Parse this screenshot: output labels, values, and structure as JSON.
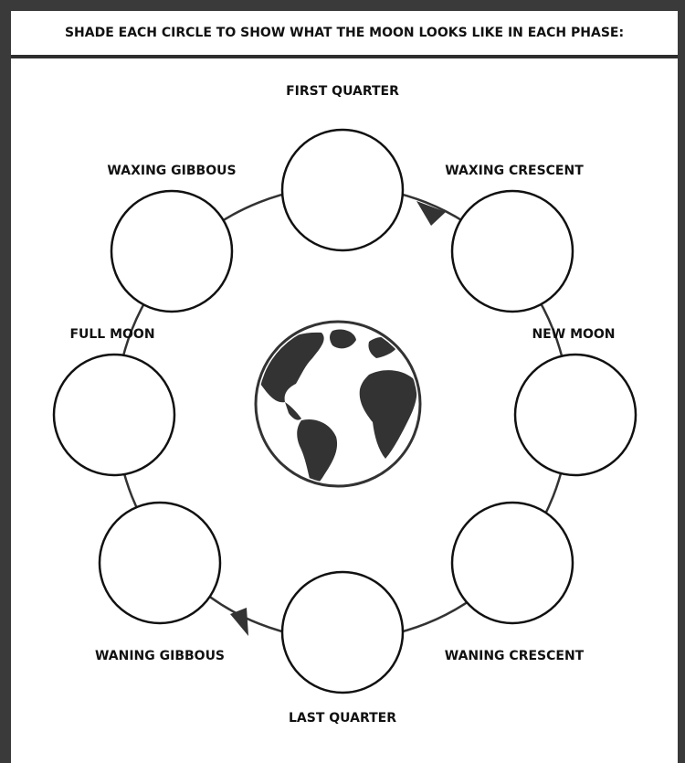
{
  "instruction": "SHADE EACH CIRCLE TO SHOW WHAT THE MOON LOOKS LIKE IN EACH PHASE:",
  "phases": [
    "FIRST QUARTER",
    "WAXING CRESCENT",
    "NEW MOON",
    "WANING CRESCENT",
    "LAST QUARTER",
    "WANING GIBBOUS",
    "FULL MOON",
    "WAXING GIBBOUS"
  ],
  "colors": {
    "ink": "#111111",
    "orbit": "#333333",
    "earth_land": "#333333",
    "frame": "#3a3a3a"
  },
  "icons": {
    "center": "earth-globe-icon",
    "direction": "arrow-icon"
  }
}
